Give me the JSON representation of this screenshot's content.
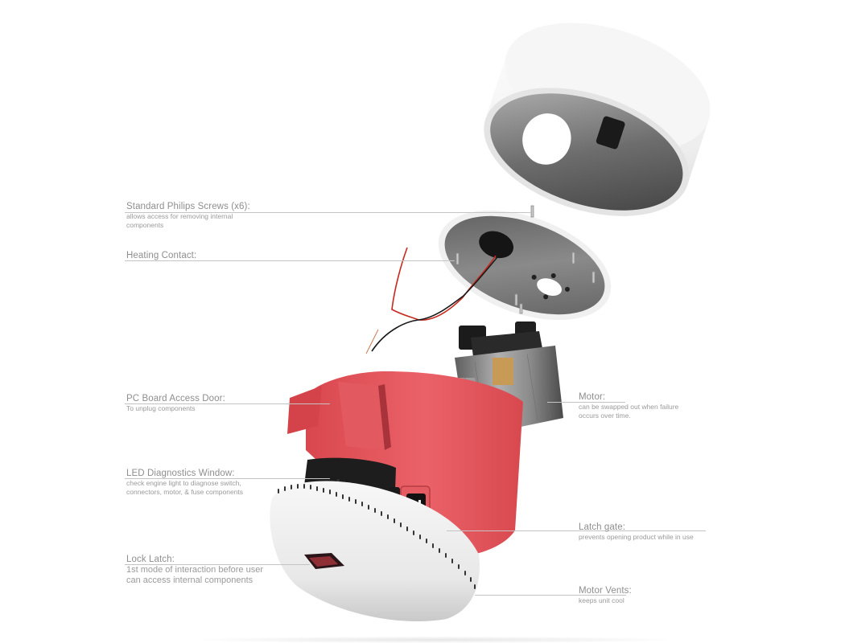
{
  "diagram": {
    "type": "exploded-product-view",
    "background": "#ffffff",
    "colors": {
      "housing_red": "#e0545a",
      "housing_red_dark": "#b83a40",
      "shell_white": "#f2f2f2",
      "shell_shadow": "#bdbdbd",
      "interior_gray": "#6e6e6e",
      "motor_metal": "#8c8c8c",
      "black_parts": "#1c1c1c",
      "wire_red": "#c62a1f",
      "wire_black": "#1a1a1a",
      "led_amber": "#f4d25c",
      "leader_line": "#c4c4c4",
      "label_text": "#8e8e8e"
    },
    "components": [
      {
        "name": "Top cap / shell"
      },
      {
        "name": "Mounting plate"
      },
      {
        "name": "Heating wires"
      },
      {
        "name": "Motor assembly"
      },
      {
        "name": "Red base housing"
      },
      {
        "name": "White vented base"
      }
    ]
  },
  "annotations": {
    "left": [
      {
        "title": "Standard Philips Screws (x6):",
        "desc": "allows access for removing internal components"
      },
      {
        "title": "Heating Contact:",
        "desc": ""
      },
      {
        "title": "PC Board Access Door:",
        "desc": "To unplug components"
      },
      {
        "title": "LED Diagnostics Window:",
        "desc": "check engine light to diagnose switch, connectors, motor, & fuse components"
      },
      {
        "title": "Lock Latch:",
        "desc": "1st mode of interaction before user can access internal components"
      }
    ],
    "right": [
      {
        "title": "Motor:",
        "desc": "can be swapped out when failure occurs over time."
      },
      {
        "title": "Latch gate:",
        "desc": "prevents opening product while in use"
      },
      {
        "title": "Motor Vents:",
        "desc": "keeps unit cool"
      }
    ]
  }
}
